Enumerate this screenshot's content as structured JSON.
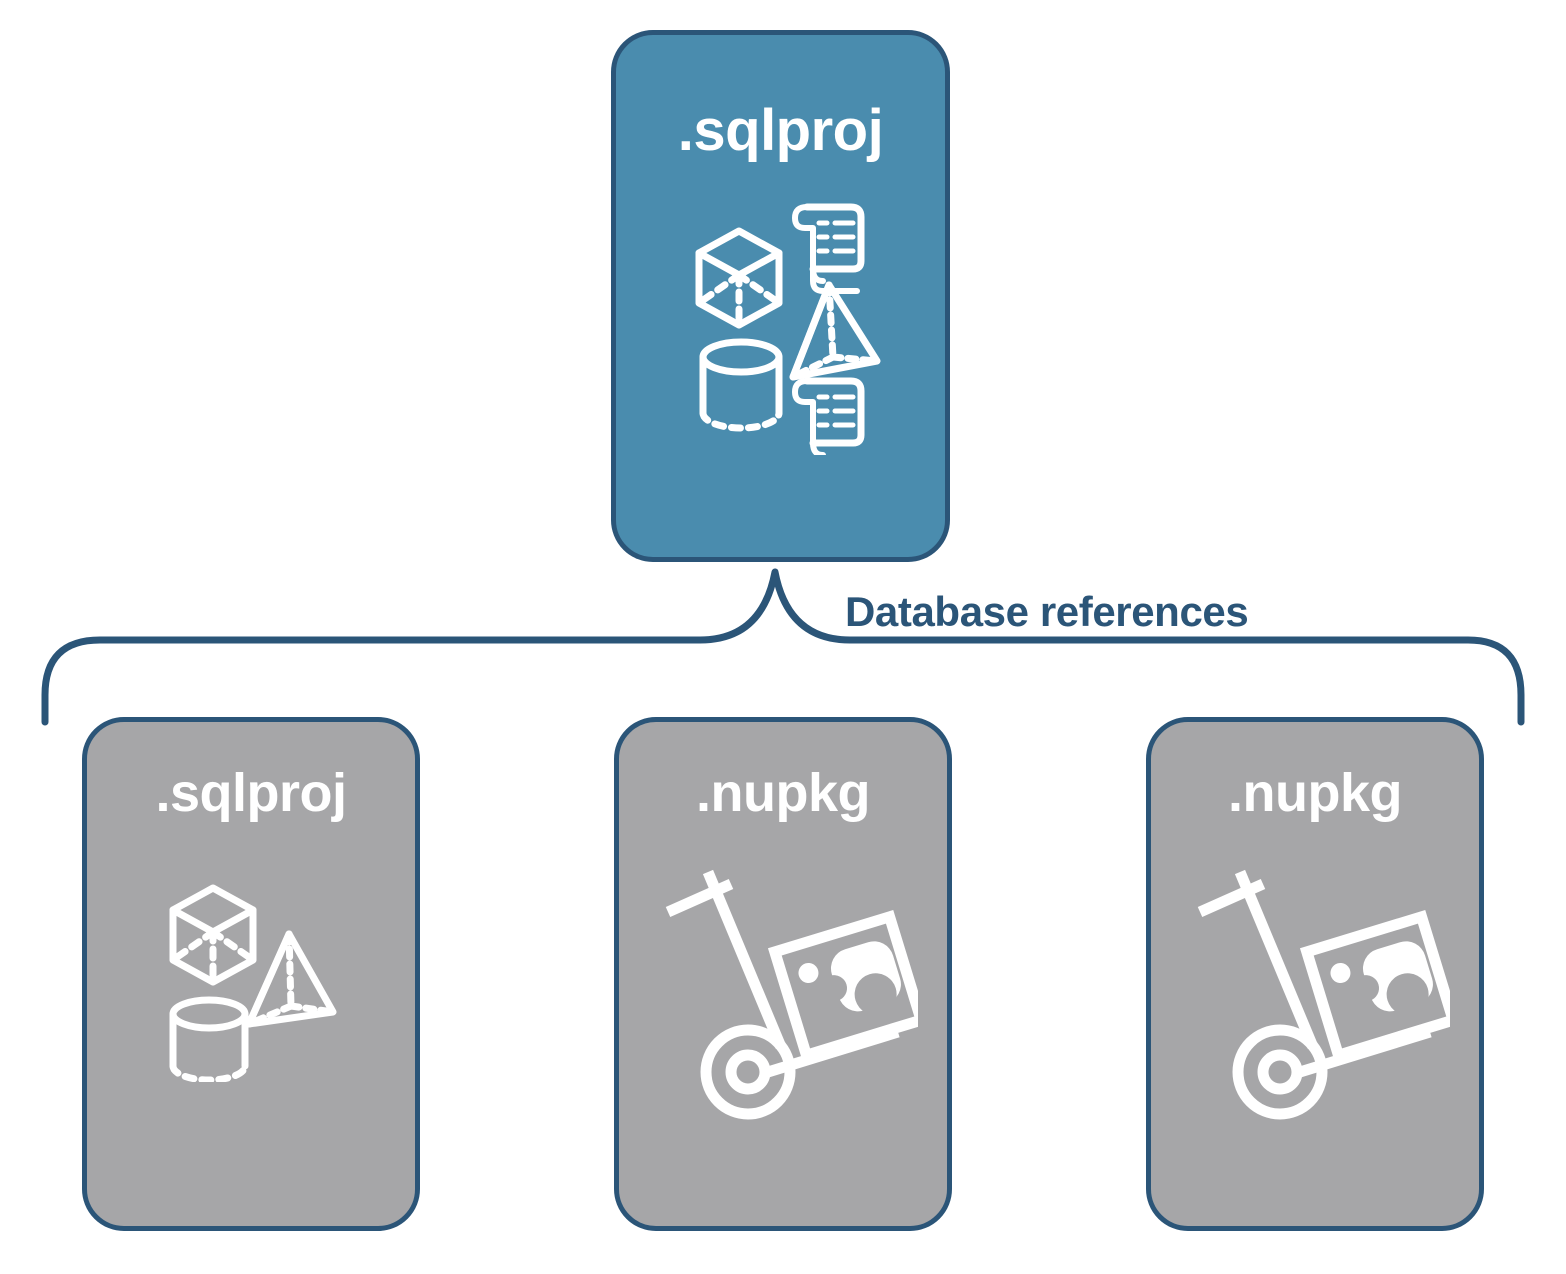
{
  "diagram": {
    "type": "reference-hierarchy",
    "title_text": "Database references",
    "colors": {
      "card_blue": "#4A8CAE",
      "card_gray": "#A6A6A8",
      "border_navy": "#2B5578",
      "icon_white": "#FFFFFF",
      "label_navy": "#2B5578",
      "background": "#FFFFFF"
    },
    "root": {
      "label": ".sqlproj",
      "kind": "sqlproj",
      "state": "active",
      "icons": [
        "cube-icon",
        "scroll-icon",
        "pyramid-icon",
        "cylinder-icon",
        "scroll-icon"
      ]
    },
    "connector": {
      "label": "Database references",
      "style": "curly-brace"
    },
    "references": [
      {
        "label": ".sqlproj",
        "kind": "sqlproj",
        "state": "referenced",
        "icons": [
          "cube-icon",
          "pyramid-icon",
          "cylinder-icon"
        ]
      },
      {
        "label": ".nupkg",
        "kind": "nupkg",
        "state": "referenced",
        "icons": [
          "hand-truck-icon",
          "nuget-package-icon"
        ]
      },
      {
        "label": ".nupkg",
        "kind": "nupkg",
        "state": "referenced",
        "icons": [
          "hand-truck-icon",
          "nuget-package-icon"
        ]
      }
    ]
  }
}
